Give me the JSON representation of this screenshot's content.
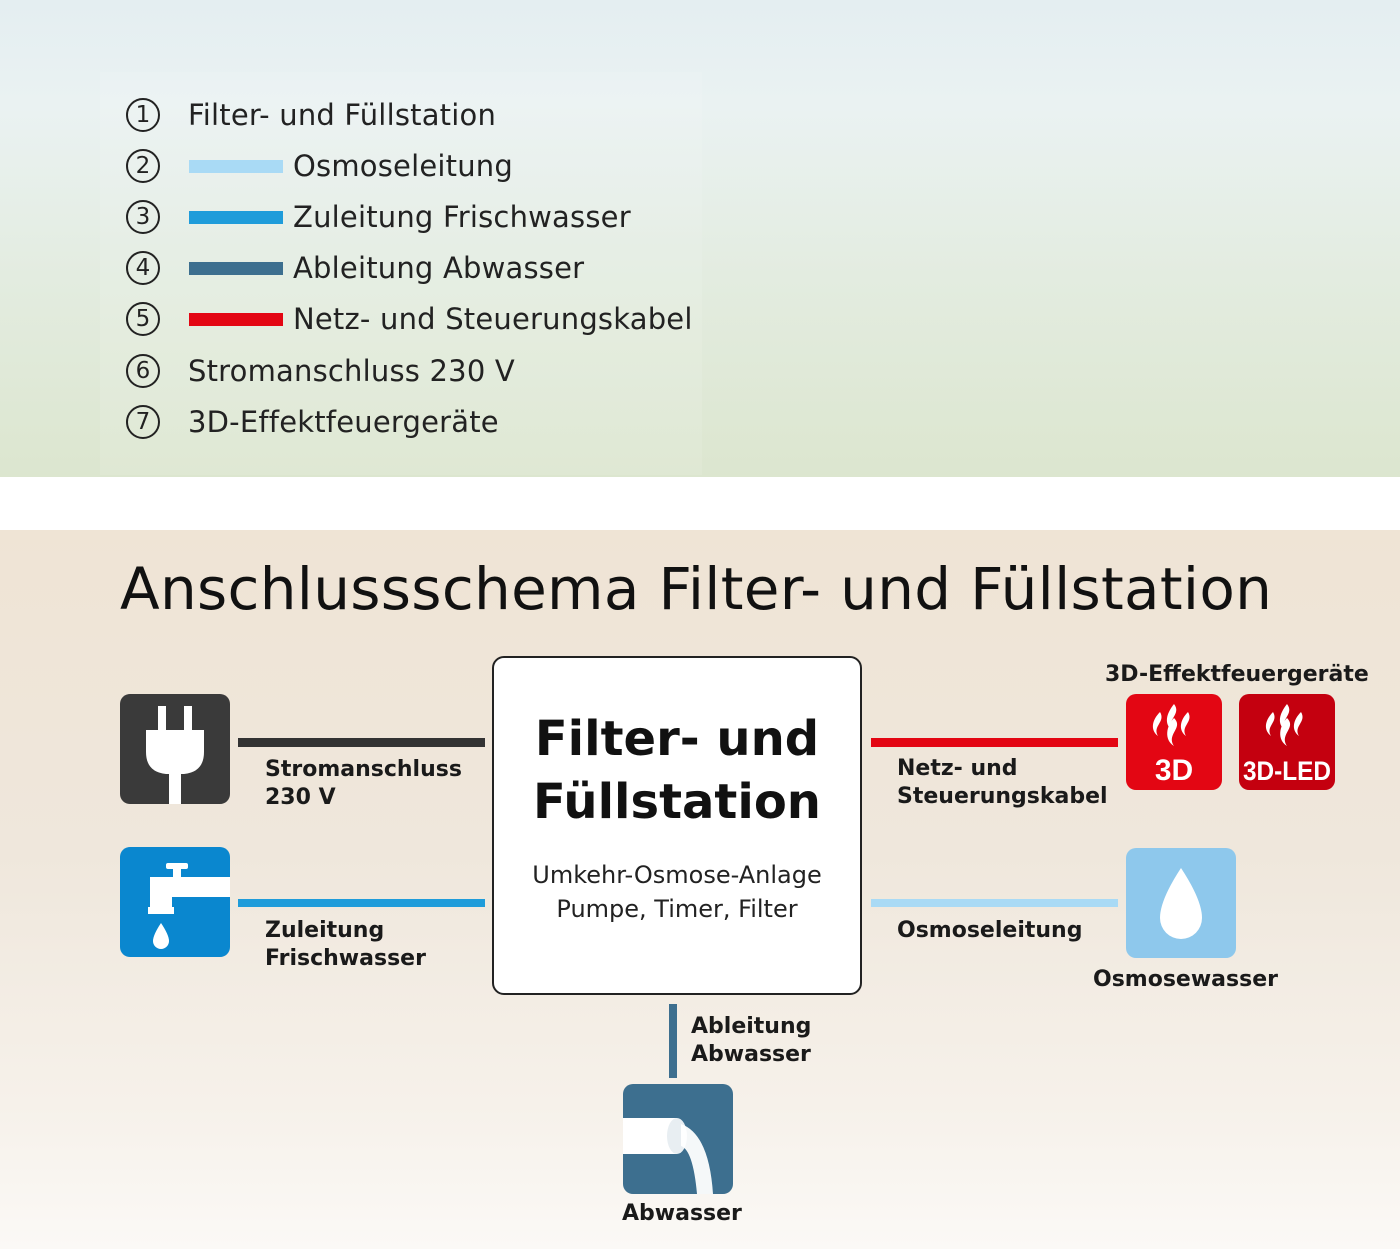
{
  "legend": {
    "items": [
      {
        "num": "1",
        "label": "Filter- und Füllstation",
        "swatch": null
      },
      {
        "num": "2",
        "label": "Osmoseleitung",
        "swatch": "#a9daf5"
      },
      {
        "num": "3",
        "label": "Zuleitung Frischwasser",
        "swatch": "#1f9cda"
      },
      {
        "num": "4",
        "label": "Ableitung Abwasser",
        "swatch": "#3d6f8f"
      },
      {
        "num": "5",
        "label": "Netz- und Steuerungskabel",
        "swatch": "#e30613"
      },
      {
        "num": "6",
        "label": "Stromanschluss 230 V",
        "swatch": null
      },
      {
        "num": "7",
        "label": "3D-Effektfeuergeräte",
        "swatch": null
      }
    ]
  },
  "schema": {
    "title": "Anschlussschema Filter- und Füllstation",
    "center": {
      "title_line1": "Filter- und",
      "title_line2": "Füllstation",
      "sub_line1": "Umkehr-Osmose-Anlage",
      "sub_line2": "Pumpe, Timer, Filter"
    },
    "power": {
      "label_line1": "Stromanschluss",
      "label_line2": "230 V",
      "line_color": "#333333"
    },
    "freshwater": {
      "label_line1": "Zuleitung",
      "label_line2": "Frischwasser",
      "line_color": "#1f9cda"
    },
    "cable": {
      "label_line1": "Netz- und",
      "label_line2": "Steuerungskabel",
      "line_color": "#e30613"
    },
    "osmosis": {
      "label": "Osmoseleitung",
      "caption": "Osmosewasser",
      "line_color": "#a9daf5"
    },
    "wastewater": {
      "label_line1": "Ableitung",
      "label_line2": "Abwasser",
      "caption": "Abwasser",
      "line_color": "#3d6f8f"
    },
    "fire": {
      "caption": "3D-Effektfeuergeräte",
      "badge1": "3D",
      "badge2": "3D-LED"
    }
  }
}
